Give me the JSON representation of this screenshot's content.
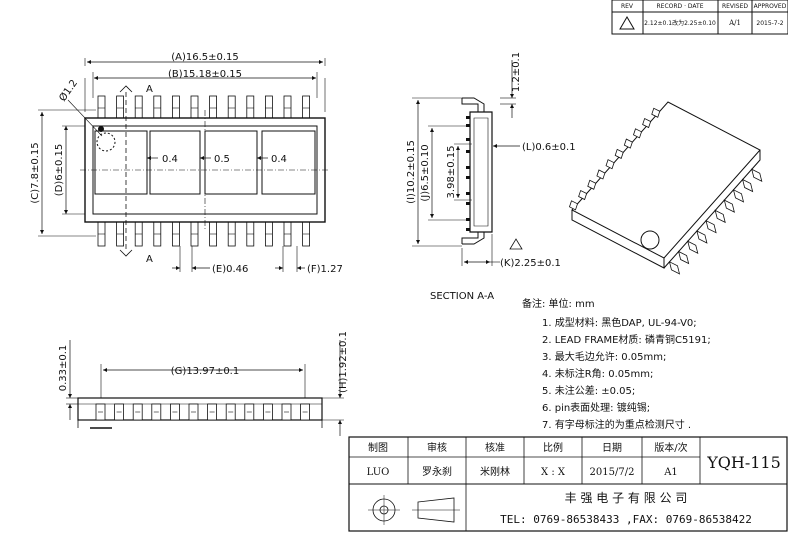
{
  "revision_table": {
    "headers": [
      "REV",
      "RECORD · DATE",
      "REVISED",
      "APPROVED"
    ],
    "row": {
      "record": "2.12±0.1改为2.25±0.10",
      "revised": "A/1",
      "approved": "2015-7-2"
    }
  },
  "top_view": {
    "dim_a": "(A)16.5±0.15",
    "dim_b": "(B)15.18±0.15",
    "dim_c": "(C)7.8±0.15",
    "dim_d": "(D)6±0.15",
    "dim_e": "(E)0.46",
    "dim_f": "(F)1.27",
    "hole": "Ø1.2",
    "gap_1": "0.4",
    "gap_2": "0.5",
    "gap_3": "0.4",
    "section_mark_top": "A",
    "section_mark_bottom": "A"
  },
  "section_view": {
    "title": "SECTION A-A",
    "dim_i": "(I)10.2±0.15",
    "dim_j": "(J)6.5±0.10",
    "dim_398": "3.98±0.15",
    "dim_l": "(L)0.6±0.1",
    "dim_12": "1.2±0.1",
    "dim_k": "(K)2.25±0.1"
  },
  "side_view": {
    "dim_033": "0.33±0.1",
    "dim_g": "(G)13.97±0.1",
    "dim_h": "(H)1.92±0.1"
  },
  "notes": {
    "header": "备注: 单位: mm",
    "items": [
      "1. 成型材料: 黑色DAP, UL-94-V0;",
      "2. LEAD FRAME材质: 磷青铜C5191;",
      "3. 最大毛边允许: 0.05mm;",
      "4. 未标注R角: 0.05mm;",
      "5. 未注公差: ±0.05;",
      "6. pin表面处理: 镀纯锡;",
      "7. 有字母标注的为重点检测尺寸 ."
    ]
  },
  "title_block": {
    "headers": [
      "制图",
      "审核",
      "核准",
      "比例",
      "日期",
      "版本/次"
    ],
    "values": [
      "LUO",
      "罗永刹",
      "米刚林",
      "X : X",
      "2015/7/2",
      "A1"
    ],
    "part_no": "YQH-115",
    "company": "丰 强 电 子 有 限 公 司",
    "contact": "TEL: 0769-86538433 ,FAX: 0769-86538422"
  }
}
